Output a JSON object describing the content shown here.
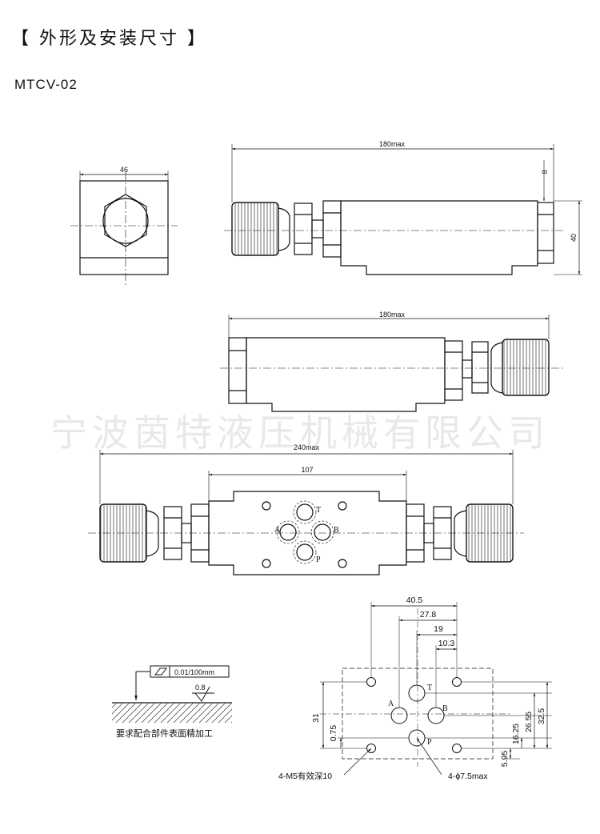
{
  "heading": "【 外形及安装尺寸 】",
  "model": "MTCV-02",
  "watermark": "宁波茵特液压机械有限公司",
  "dims": {
    "end_width": "46",
    "top_length": "180max",
    "top_small": "8",
    "top_height": "40",
    "mid_length": "180max",
    "bottom_length": "240max",
    "body_length": "107"
  },
  "ports": {
    "t": "T",
    "a": "A",
    "b": "B",
    "p": "P"
  },
  "surface": {
    "flatness": "0.01/100mm",
    "roughness": "0.8",
    "caption": "要求配合部件表面精加工"
  },
  "interface": {
    "d40_5": "40.5",
    "d27_8": "27.8",
    "d19": "19",
    "d10_3": "10.3",
    "d31": "31",
    "d0_75": "0.75",
    "d16_25": "16.25",
    "d26_55": "26.55",
    "d32_5": "32.5",
    "d5_95": "5.95",
    "thread_note": "4-M5有效深10",
    "port_note": "4-ϕ7.5max"
  }
}
